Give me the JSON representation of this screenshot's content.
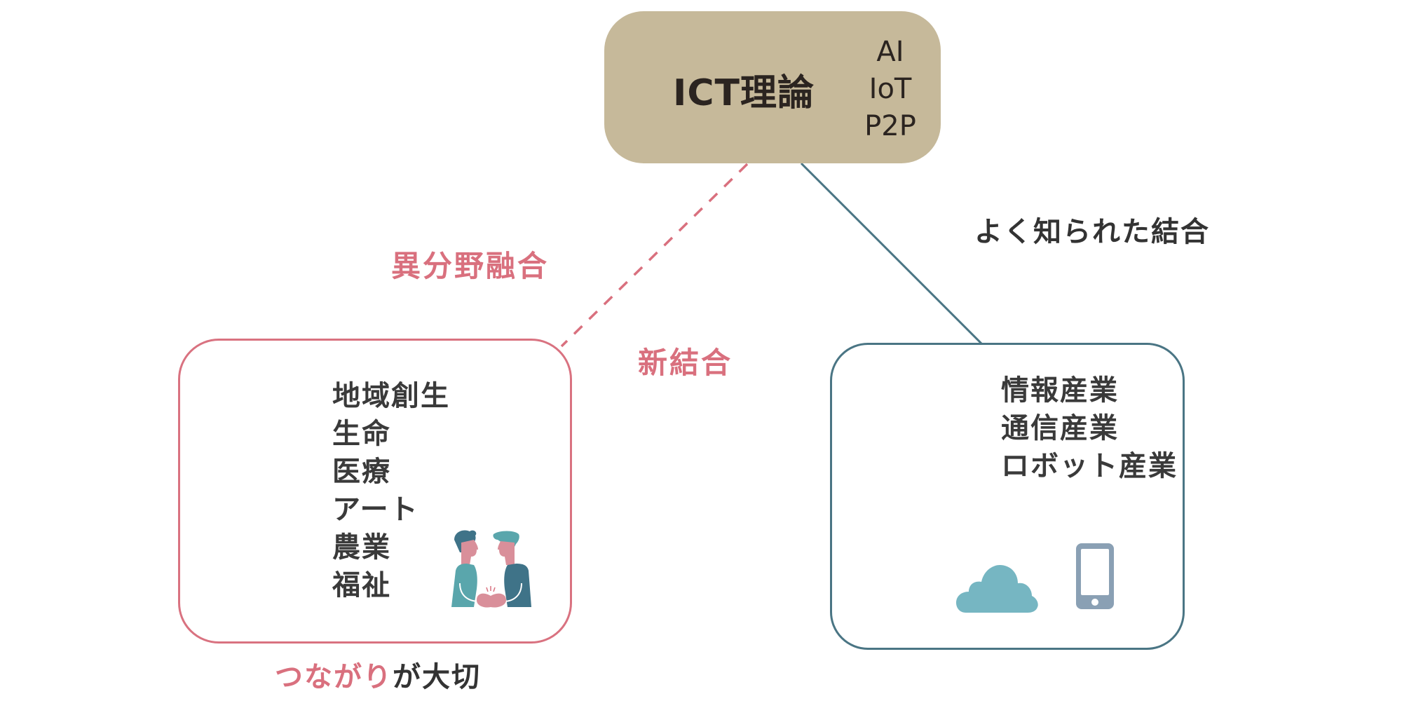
{
  "diagram": {
    "ict": {
      "title": "ICT理論",
      "technologies": [
        "AI",
        "IoT",
        "P2P"
      ],
      "fill_color": "#c6b99a"
    },
    "connectors": {
      "left": {
        "style": "dashed",
        "color": "#d9707e",
        "labels": [
          "異分野融合",
          "新結合"
        ]
      },
      "right": {
        "style": "solid",
        "color": "#4a7584",
        "label": "よく知られた結合"
      }
    },
    "left_box": {
      "border_color": "#d9707e",
      "items": [
        "地域創生",
        "生命",
        "医療",
        "アート",
        "農業",
        "福祉"
      ],
      "icon": "people-connecting-icon"
    },
    "right_box": {
      "border_color": "#4a7584",
      "items": [
        "情報産業",
        "通信産業",
        "ロボット産業"
      ],
      "icons": [
        "cloud-icon",
        "smartphone-icon"
      ]
    },
    "caption": {
      "highlight": "つながり",
      "rest": "が大切"
    }
  }
}
